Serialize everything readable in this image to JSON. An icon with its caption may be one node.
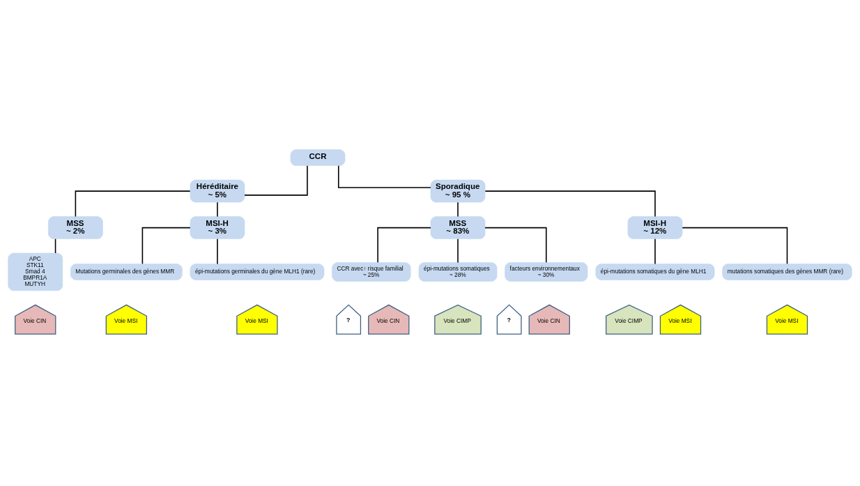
{
  "diagram": {
    "nodes": [
      {
        "text": [
          "CCR"
        ]
      },
      {
        "text": [
          "Héréditaire",
          "~ 5%"
        ]
      },
      {
        "text": [
          "Sporadique",
          "~ 95 %"
        ]
      },
      {
        "text": [
          "MSS",
          "~ 2%"
        ]
      },
      {
        "text": [
          "MSI-H",
          "~ 3%"
        ]
      },
      {
        "text": [
          "MSS",
          "~ 83%"
        ]
      },
      {
        "text": [
          "MSI-H",
          "~ 12%"
        ]
      },
      {
        "text": [
          "APC",
          "STK11",
          "Smad 4",
          "BMPR1A",
          "MUTYH"
        ]
      },
      {
        "text": [
          "Mutations germinales des gènes MMR"
        ]
      },
      {
        "text": [
          "épi-mutations germinales du gène MLH1 (rare)"
        ]
      },
      {
        "text": [
          "CCR avec↑ risque familial",
          "~ 25%"
        ]
      },
      {
        "text": [
          "épi-mutations somatiques",
          "~ 28%"
        ]
      },
      {
        "text": [
          "facteurs environnementaux",
          "~ 30%"
        ]
      },
      {
        "text": [
          "épi-mutations somatiques du gène MLH1"
        ]
      },
      {
        "text": [
          "mutations somatiques des gènes MMR (rare)"
        ]
      },
      {
        "text": [
          "Voie CIN"
        ]
      },
      {
        "text": [
          "Voie MSI"
        ]
      },
      {
        "text": [
          "Voie MSI"
        ]
      },
      {
        "text": [
          "?"
        ]
      },
      {
        "text": [
          "Voie CIN"
        ]
      },
      {
        "text": [
          "Voie CIMP"
        ]
      },
      {
        "text": [
          "?"
        ]
      },
      {
        "text": [
          "Voie CIN"
        ]
      },
      {
        "text": [
          "Voie CIMP"
        ]
      },
      {
        "text": [
          "Voie MSI"
        ]
      },
      {
        "text": [
          "Voie MSI"
        ]
      }
    ],
    "edges": [
      {
        "from": 0,
        "to": 1,
        "arrow": "none"
      },
      {
        "from": 0,
        "to": 2,
        "arrow": "none"
      },
      {
        "from": 1,
        "to": 3,
        "arrow": "none"
      },
      {
        "from": 1,
        "to": 4,
        "arrow": "none"
      },
      {
        "from": 2,
        "to": 5,
        "arrow": "none"
      },
      {
        "from": 2,
        "to": 6,
        "arrow": "none"
      },
      {
        "from": 3,
        "to": 7,
        "arrow": "none"
      },
      {
        "from": 4,
        "to": 8,
        "arrow": "none"
      },
      {
        "from": 4,
        "to": 9,
        "arrow": "none"
      },
      {
        "from": 5,
        "to": 10,
        "arrow": "none"
      },
      {
        "from": 5,
        "to": 11,
        "arrow": "none"
      },
      {
        "from": 5,
        "to": 12,
        "arrow": "none"
      },
      {
        "from": 6,
        "to": 13,
        "arrow": "none"
      },
      {
        "from": 6,
        "to": 14,
        "arrow": "none"
      }
    ]
  }
}
